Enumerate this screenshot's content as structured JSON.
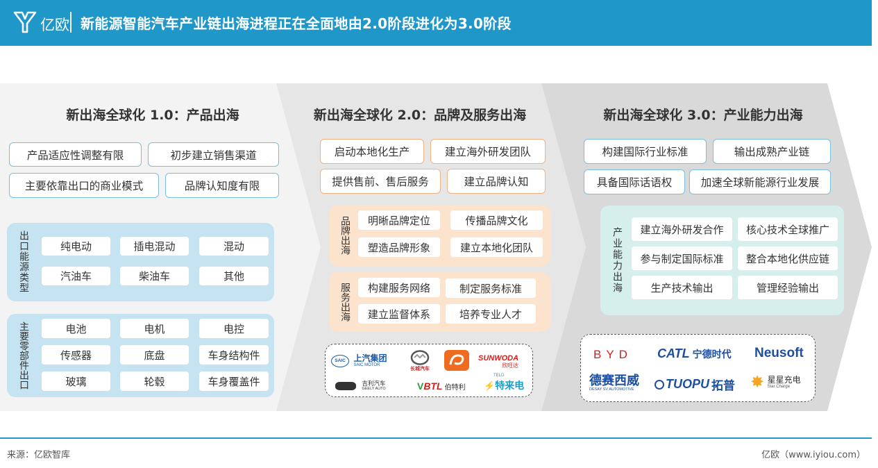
{
  "header": {
    "logo_text": "亿欧",
    "title": "新能源智能汽车产业链出海进程正在全面地由2.0阶段进化为3.0阶段"
  },
  "colors": {
    "brand": "#1f97c9",
    "tag_blue_border": "#79bfdc",
    "tag_orange_border": "#f0b380",
    "panel_blue": "#c6e3f1",
    "panel_orange": "#fbe3cd",
    "panel_mint": "#d6efec"
  },
  "stage1": {
    "title": "新出海全球化 1.0：产品出海",
    "tags": [
      "产品适应性调整有限",
      "初步建立销售渠道",
      "主要依靠出口的商业模式",
      "品牌认知度有限"
    ],
    "export_energy": {
      "label": "出口能源类型",
      "items": [
        "纯电动",
        "插电混动",
        "混动",
        "汽油车",
        "柴油车",
        "其他"
      ]
    },
    "export_parts": {
      "label": "主要零部件出口",
      "items": [
        "电池",
        "电机",
        "电控",
        "传感器",
        "底盘",
        "车身结构件",
        "玻璃",
        "轮毂",
        "车身覆盖件"
      ]
    }
  },
  "stage2": {
    "title": "新出海全球化 2.0：品牌及服务出海",
    "tags": [
      "启动本地化生产",
      "建立海外研发团队",
      "提供售前、售后服务",
      "建立品牌认知"
    ],
    "brand_out": {
      "label": "品牌出海",
      "items": [
        "明晰品牌定位",
        "传播品牌文化",
        "塑造品牌形象",
        "建立本地化团队"
      ]
    },
    "service_out": {
      "label": "服务出海",
      "items": [
        "构建服务网络",
        "制定服务标准",
        "建立监督体系",
        "培养专业人才"
      ]
    },
    "logos": {
      "saic_badge": "SAIC",
      "saic_cn": "上汽集团",
      "saic_en": "SAIC MOTOR",
      "greatwall": "长城汽车",
      "sunwoda_en": "SUNWODA",
      "sunwoda_cn": "欣旺达",
      "geely_cn": "吉利汽车",
      "geely_en": "GEELY AUTO",
      "btl_en": "BTL",
      "btl_cn": "伯特利",
      "teld_en": "TELD",
      "teld_cn": "特来电"
    }
  },
  "stage3": {
    "title": "新出海全球化 3.0：产业能力出海",
    "tags": [
      "构建国际行业标准",
      "输出成熟产业链",
      "具备国际话语权",
      "加速全球新能源行业发展"
    ],
    "capability": {
      "label": "产业能力出海",
      "items": [
        "建立海外研发合作",
        "核心技术全球推广",
        "参与制定国际标准",
        "整合本地化供应链",
        "生产技术输出",
        "管理经验输出"
      ]
    },
    "logos": {
      "byd": "BYD",
      "catl_en": "CATL",
      "catl_cn": "宁德时代",
      "neusoft": "Neusoft",
      "desay_cn": "德赛西威",
      "desay_en": "DESAY SV AUTOMOTIVE",
      "tuopu_en": "TUOPU",
      "tuopu_cn": "拓普",
      "starcharge_cn": "星星充电",
      "starcharge_en": "Star Charge"
    }
  },
  "footer": {
    "source": "来源：亿欧智库",
    "credit": "亿欧（www.iyiou.com）"
  }
}
